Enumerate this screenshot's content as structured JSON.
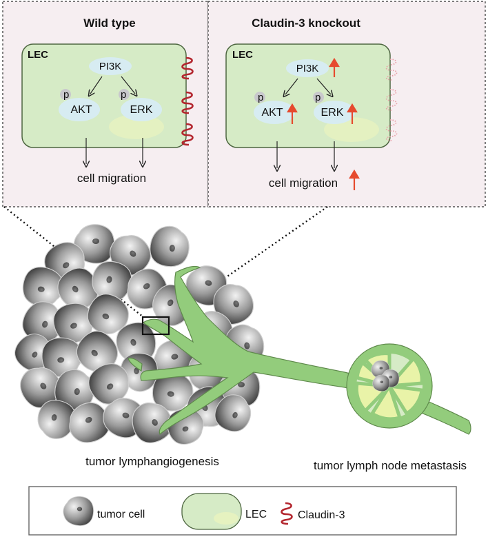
{
  "panels": {
    "wild_type": {
      "title": "Wild type",
      "cell_label": "LEC",
      "pi3k": "PI3K",
      "akt": "AKT",
      "erk": "ERK",
      "p_label": "p",
      "outcome": "cell migration"
    },
    "knockout": {
      "title": "Claudin-3 knockout",
      "cell_label": "LEC",
      "pi3k": "PI3K",
      "akt": "AKT",
      "erk": "ERK",
      "p_label": "p",
      "outcome": "cell migration"
    }
  },
  "captions": {
    "left": "tumor lymphangiogenesis",
    "right": "tumor lymph node metastasis"
  },
  "legend": {
    "tumor_cell": "tumor cell",
    "lec": "LEC",
    "claudin": "Claudin-3"
  },
  "colors": {
    "panel_bg": "#f6eef1",
    "lec_fill": "#d6ebc6",
    "lec_stroke": "#4d6640",
    "oval_fill": "#d7ecf2",
    "p_circle": "#c8c8cc",
    "up_arrow": "#e64a2e",
    "claudin": "#b3262e",
    "vessel": "#93cc7c"
  }
}
